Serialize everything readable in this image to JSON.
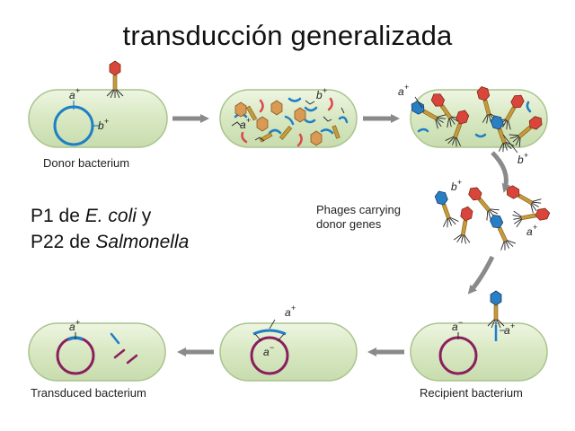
{
  "title": "transducción generalizada",
  "side_text": {
    "line1_a": "P1 de ",
    "line1_italic": "E. coli",
    "line1_b": " y",
    "line2_a": "P22 de ",
    "line2_italic": "Salmonella"
  },
  "labels": {
    "donor": "Donor bacterium",
    "phages": "Phages carrying",
    "phages2": "donor genes",
    "recipient": "Recipient bacterium",
    "transduced": "Transduced bacterium"
  },
  "genes": {
    "a_plus": "a",
    "b_plus": "b",
    "a_minus": "a",
    "plus": "+",
    "minus": "−"
  },
  "colors": {
    "cell_fill": "#dfeccb",
    "cell_stroke": "#a9c48e",
    "dna_blue": "#1f7fc4",
    "dna_purple": "#8a1f5e",
    "arrow": "#8a8a8a",
    "phage_head": "#d9453a",
    "phage_tail": "#c79a3a"
  }
}
